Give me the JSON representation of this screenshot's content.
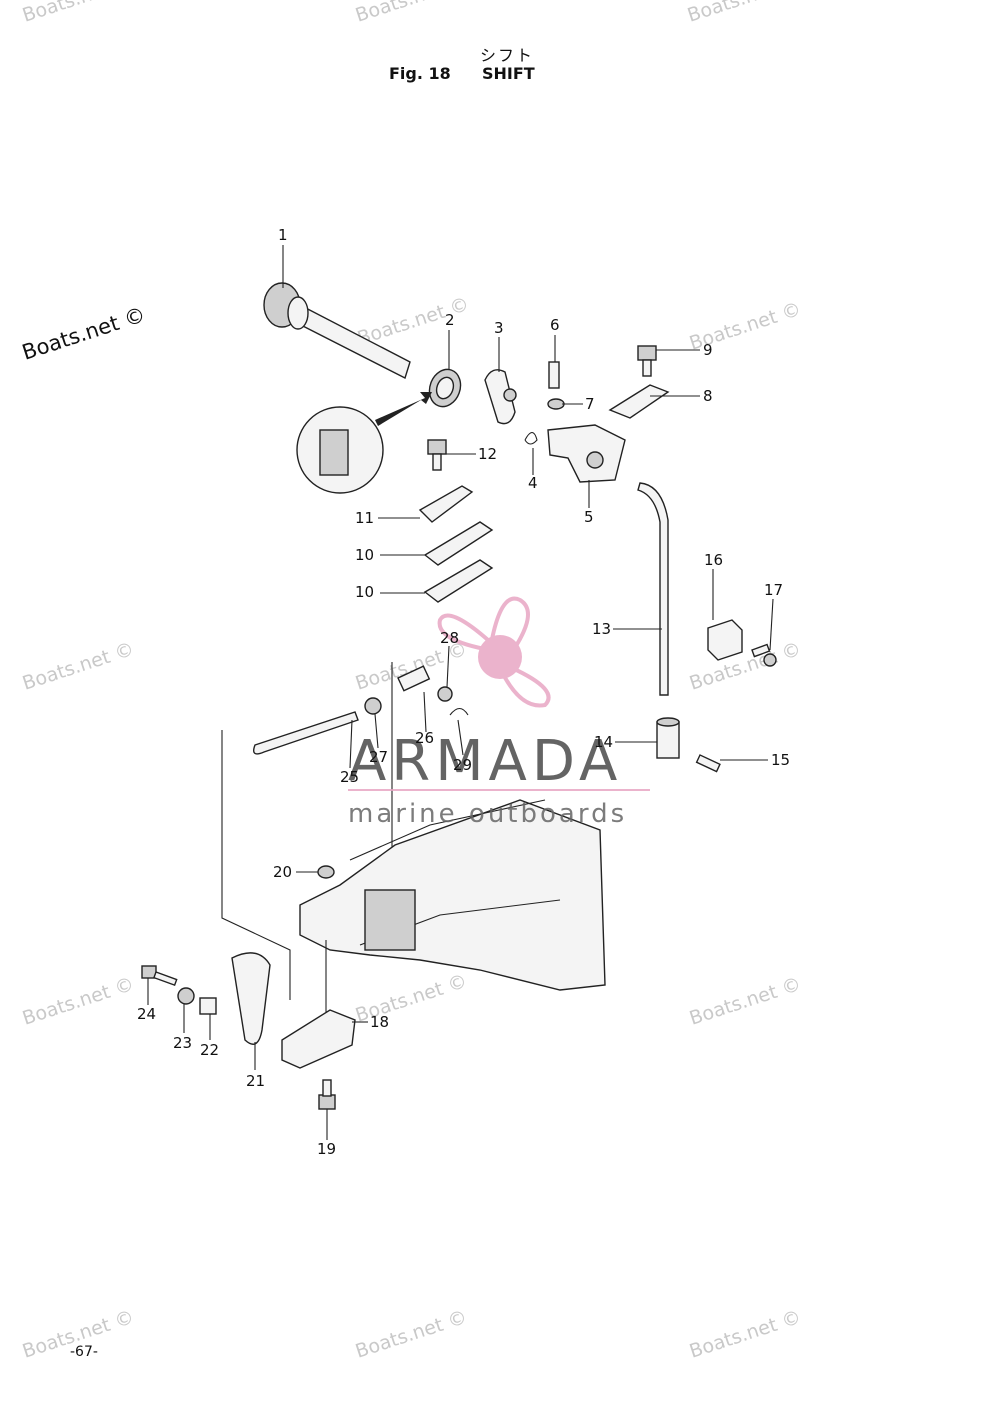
{
  "header": {
    "title_jp": "シフト",
    "fig_label": "Fig. 18",
    "title_en": "SHIFT"
  },
  "callouts": [
    {
      "id": "c1",
      "text": "1"
    },
    {
      "id": "c2",
      "text": "2"
    },
    {
      "id": "c3",
      "text": "3"
    },
    {
      "id": "c4",
      "text": "4"
    },
    {
      "id": "c5",
      "text": "5"
    },
    {
      "id": "c6",
      "text": "6"
    },
    {
      "id": "c7",
      "text": "7"
    },
    {
      "id": "c8",
      "text": "8"
    },
    {
      "id": "c9",
      "text": "9"
    },
    {
      "id": "c10a",
      "text": "10"
    },
    {
      "id": "c10b",
      "text": "10"
    },
    {
      "id": "c11",
      "text": "11"
    },
    {
      "id": "c12",
      "text": "12"
    },
    {
      "id": "c13",
      "text": "13"
    },
    {
      "id": "c14",
      "text": "14"
    },
    {
      "id": "c15",
      "text": "15"
    },
    {
      "id": "c16",
      "text": "16"
    },
    {
      "id": "c17",
      "text": "17"
    },
    {
      "id": "c18",
      "text": "18"
    },
    {
      "id": "c19",
      "text": "19"
    },
    {
      "id": "c20",
      "text": "20"
    },
    {
      "id": "c21",
      "text": "21"
    },
    {
      "id": "c22",
      "text": "22"
    },
    {
      "id": "c23",
      "text": "23"
    },
    {
      "id": "c24",
      "text": "24"
    },
    {
      "id": "c25",
      "text": "25"
    },
    {
      "id": "c26",
      "text": "26"
    },
    {
      "id": "c27",
      "text": "27"
    },
    {
      "id": "c28",
      "text": "28"
    },
    {
      "id": "c29",
      "text": "29"
    }
  ],
  "watermark": {
    "text": "Boats.net ©",
    "color": "#c9c9c9"
  },
  "logo": {
    "word": "ARMADA",
    "subtitle": "marine outboards",
    "accent_color": "#e8a6c4"
  },
  "footer": {
    "page_number": "-67-"
  }
}
